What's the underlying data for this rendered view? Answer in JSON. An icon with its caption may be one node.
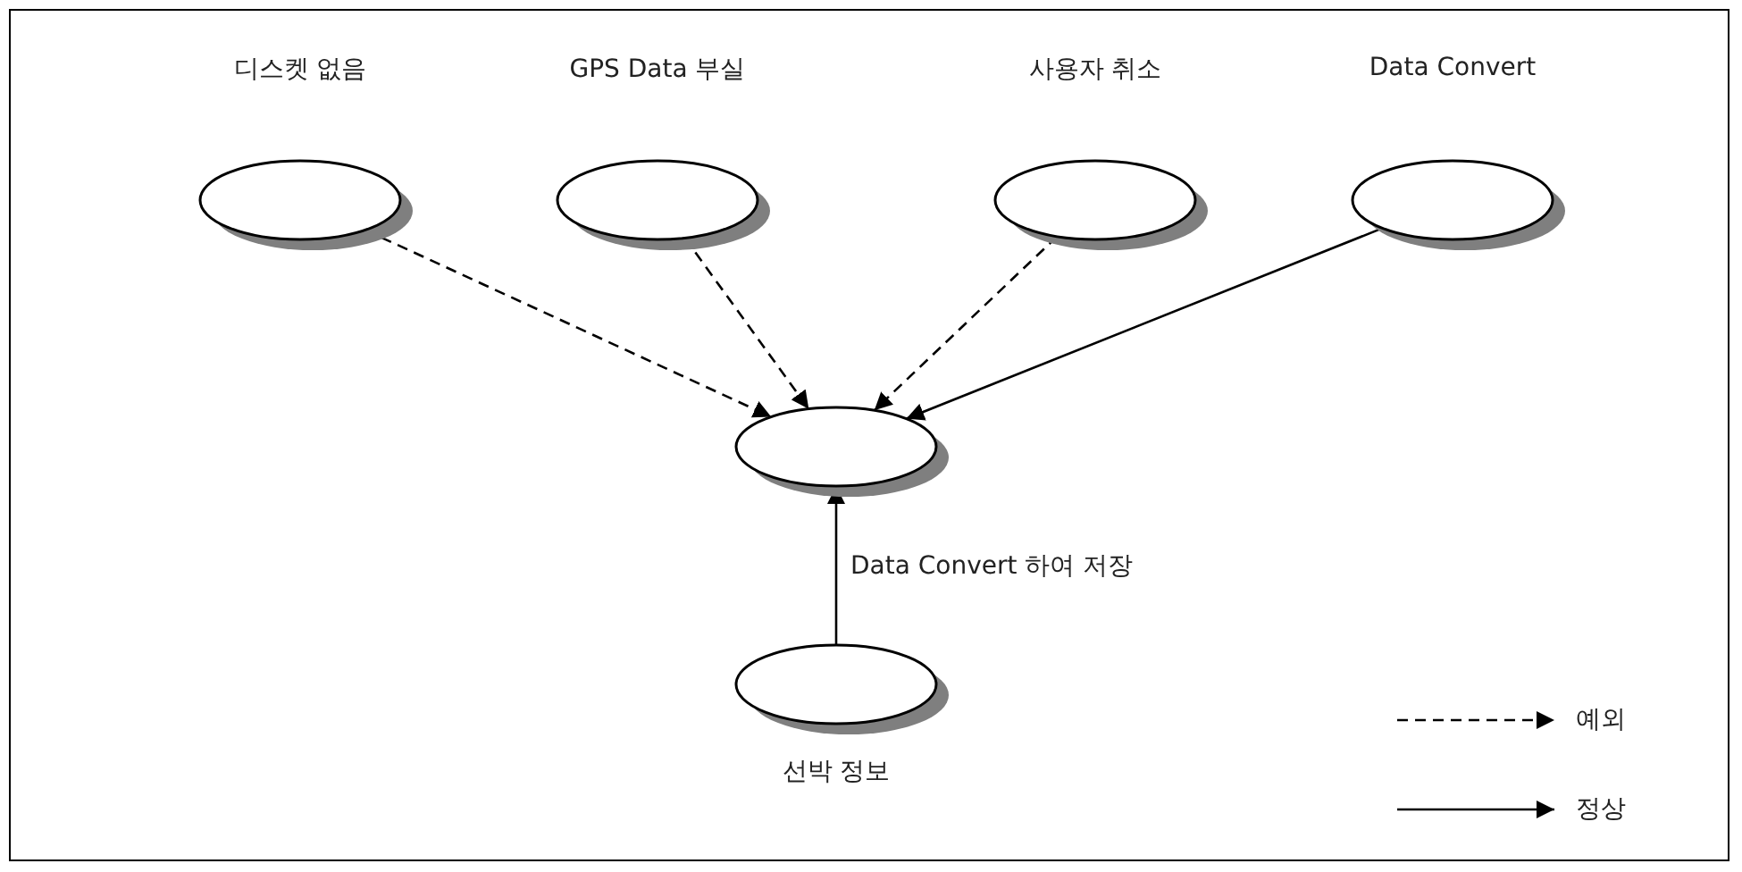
{
  "diagram": {
    "nodes": [
      {
        "text": [
          "디스켓 없음"
        ]
      },
      {
        "text": [
          "GPS Data 부실"
        ]
      },
      {
        "text": [
          "사용자 취소"
        ]
      },
      {
        "text": [
          "Data Convert"
        ]
      },
      {
        "text": [],
        "shape": "ellipse"
      },
      {
        "text": [
          "선박 정보"
        ]
      }
    ],
    "edges": [
      {
        "from": 0,
        "to": 4,
        "arrow": "to",
        "style": "dashed"
      },
      {
        "from": 1,
        "to": 4,
        "arrow": "to",
        "style": "dashed"
      },
      {
        "from": 2,
        "to": 4,
        "arrow": "to",
        "style": "dashed"
      },
      {
        "from": 3,
        "to": 4,
        "arrow": "to"
      },
      {
        "from": 5,
        "to": 4,
        "arrow": "to",
        "label": "Data Convert 하여 저장"
      }
    ],
    "legend": [
      {
        "text": "예외"
      },
      {
        "text": "정상"
      }
    ]
  }
}
